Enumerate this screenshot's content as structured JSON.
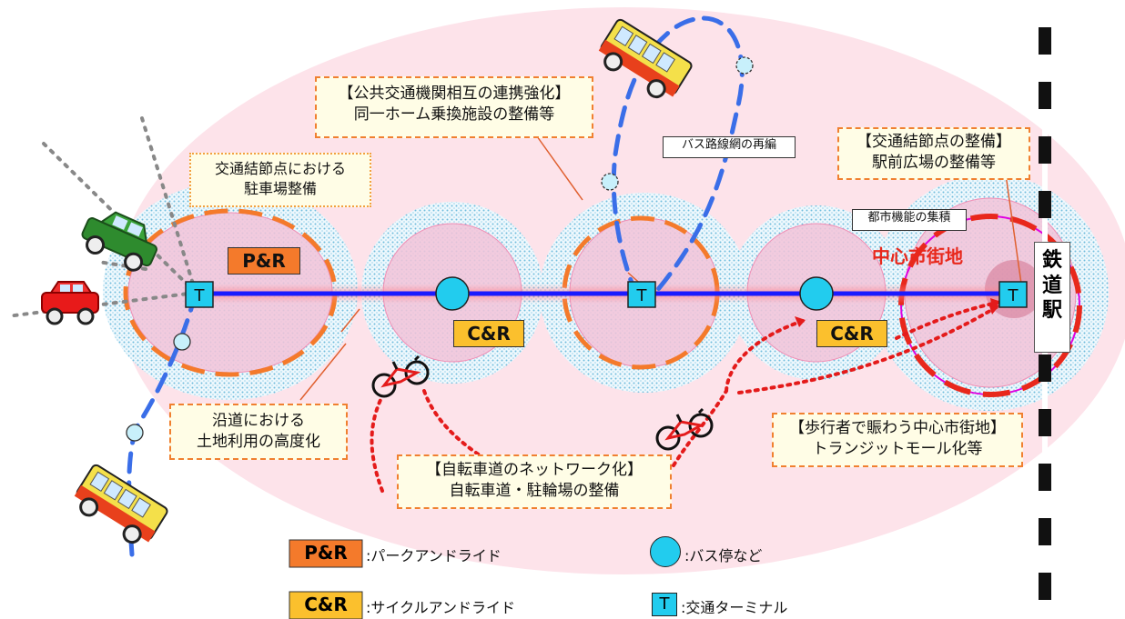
{
  "callouts": {
    "public_transport": [
      "【公共交通機関相互の連携強化】",
      "同一ホーム乗換施設の整備等"
    ],
    "parking": [
      "交通結節点における",
      "駐車場整備"
    ],
    "bus_network": "バス路線網の再編",
    "node": [
      "【交通結節点の整備】",
      "駅前広場の整備等"
    ],
    "urban": "都市機能の集積",
    "roadside": [
      "沿道における",
      "土地利用の高度化"
    ],
    "bicycle": [
      "【自転車道のネットワーク化】",
      "自転車道・駐輪場の整備"
    ],
    "pedestrian": [
      "【歩行者で賑わう中心市街地】",
      "トランジットモール化等"
    ]
  },
  "labels": {
    "pr": "P&R",
    "cr": "C&R",
    "terminal": "T",
    "center": "中心市街地",
    "station": [
      "鉄",
      "道",
      "駅"
    ]
  },
  "legend": {
    "pr_text": ":パークアンドライド",
    "cr_text": ":サイクルアンドライド",
    "bus_stop_text": ":バス停など",
    "terminal_text": ":交通ターミナル"
  },
  "colors": {
    "background_ellipse": "#fde3ea",
    "zone_pink": "#f4bfd6",
    "stipple": "#7ec8e3",
    "trunk_line": "#1a1aff",
    "bus_route": "#3a6ee8",
    "pr_orange": "#f47a2b",
    "cr_yellow": "#fbc02d",
    "center_red": "#e8281c",
    "cycle_path": "#e41b1b",
    "node_cyan": "#22ccee"
  }
}
